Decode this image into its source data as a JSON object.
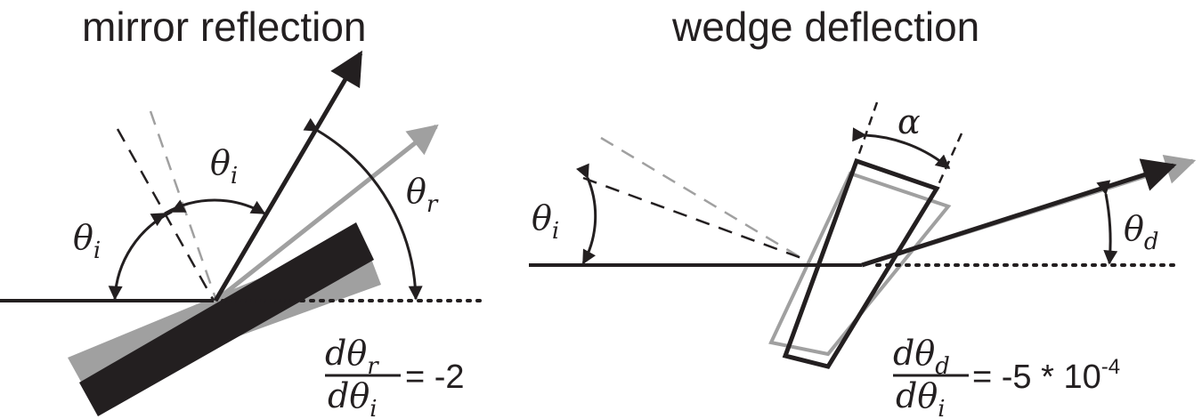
{
  "left_panel": {
    "title": "mirror reflection",
    "incident_angle_label": "θ",
    "incident_angle_sub": "i",
    "reflected_angle_label": "θ",
    "reflected_angle_sub": "r",
    "equation": {
      "numerator_symbol": "dθ",
      "numerator_sub": "r",
      "denominator_symbol": "dθ",
      "denominator_sub": "i",
      "rhs": "= -2"
    }
  },
  "right_panel": {
    "title": "wedge deflection",
    "wedge_angle_label": "α",
    "incident_angle_label": "θ",
    "incident_angle_sub": "i",
    "deflection_angle_label": "θ",
    "deflection_angle_sub": "d",
    "equation": {
      "numerator_symbol": "dθ",
      "numerator_sub": "d",
      "denominator_symbol": "dθ",
      "denominator_sub": "i",
      "rhs": "= -5 * 10",
      "exponent": "-4"
    }
  },
  "colors": {
    "ink": "#231f20",
    "ghost": "#a0a0a0"
  }
}
